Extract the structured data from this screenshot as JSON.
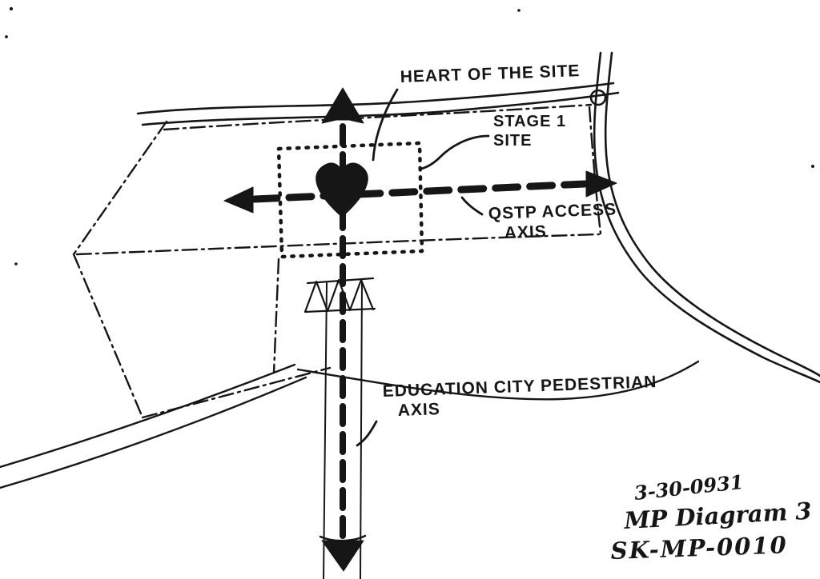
{
  "colors": {
    "paper": "#ffffff",
    "ink": "#161616"
  },
  "annotations": {
    "heart_label": "HEART OF THE SITE",
    "stage1_label_line1": "STAGE 1",
    "stage1_label_line2": "SITE",
    "qstp_label_line1": "QSTP ACCESS",
    "qstp_label_line2": "AXIS",
    "pedestrian_label_line1": "EDUCATION CITY PEDESTRIAN",
    "pedestrian_label_line2": "AXIS"
  },
  "titleblock": {
    "date": "3-30-0931",
    "title": "MP Diagram 3",
    "sheet_number": "SK-MP-0010"
  },
  "icons": {
    "heart_marker": "♥",
    "up_arrow": "↑",
    "down_arrow": "↓",
    "left_arrow": "←",
    "right_arrow": "→"
  }
}
